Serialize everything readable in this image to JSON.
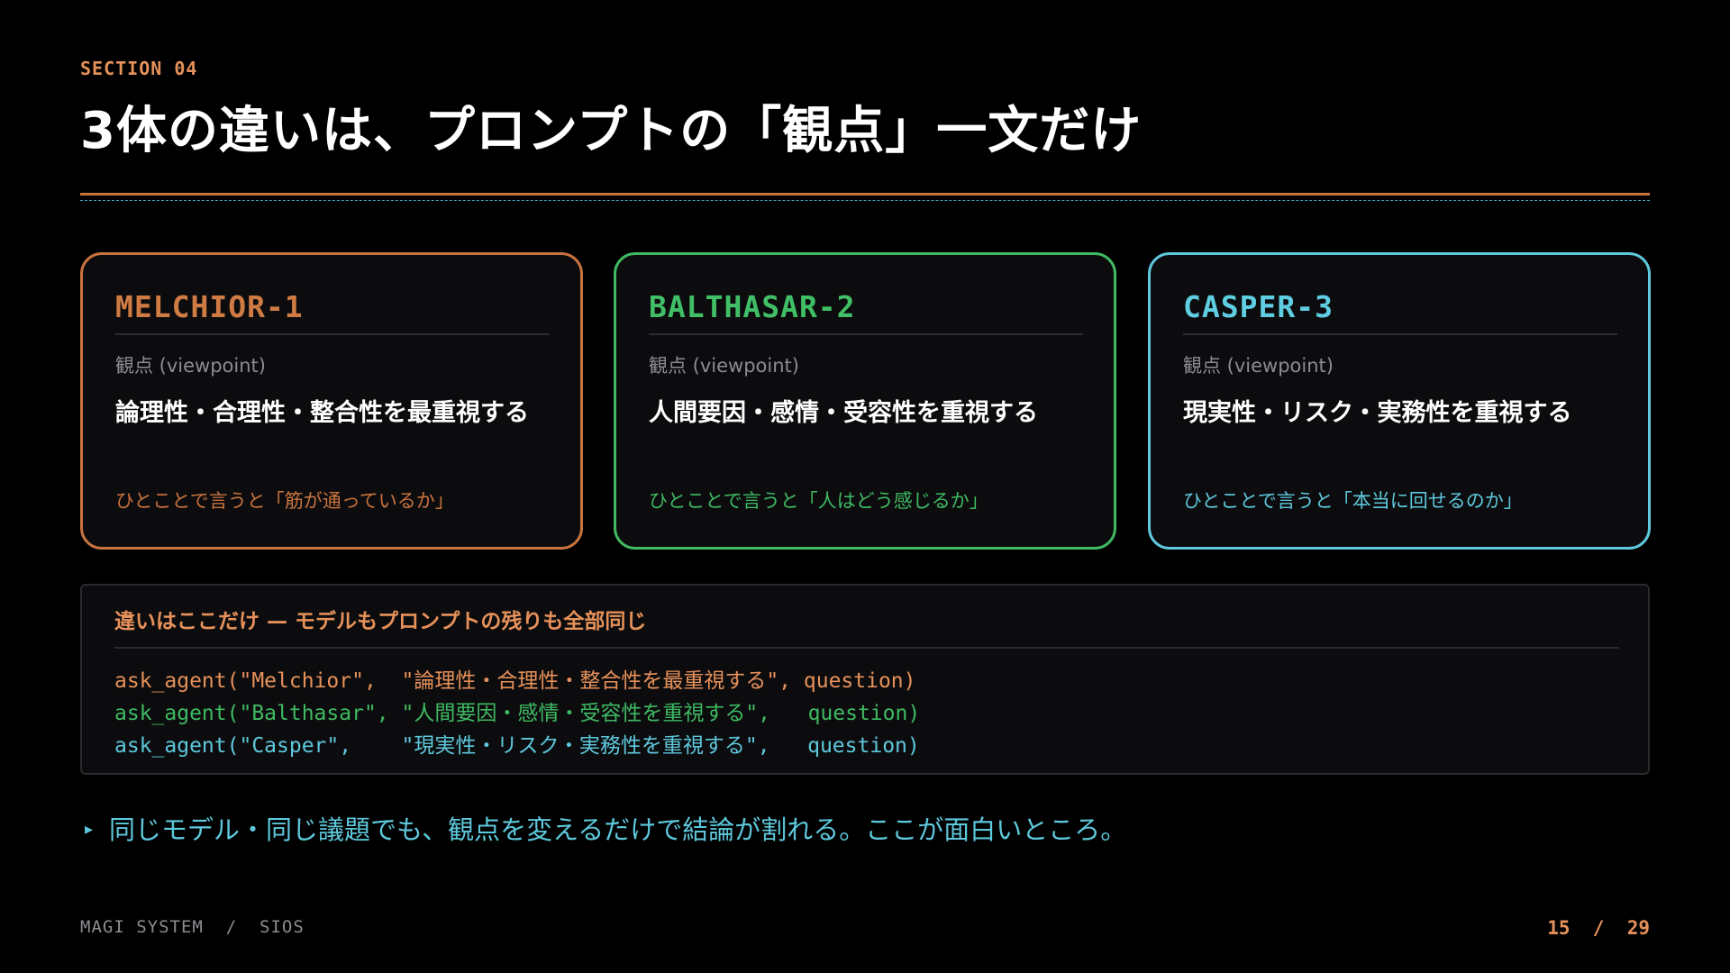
{
  "header": {
    "section_label": "SECTION 04",
    "title": "3体の違いは、プロンプトの「観点」一文だけ"
  },
  "cards": [
    {
      "name": "MELCHIOR-1",
      "viewpoint_label": "観点 (viewpoint)",
      "viewpoint": "論理性・合理性・整合性を最重視する",
      "summary": "ひとことで言うと「筋が通っているか」",
      "color": "#c9733e"
    },
    {
      "name": "BALTHASAR-2",
      "viewpoint_label": "観点 (viewpoint)",
      "viewpoint": "人間要因・感情・受容性を重視する",
      "summary": "ひとことで言うと「人はどう感じるか」",
      "color": "#3fba62"
    },
    {
      "name": "CASPER-3",
      "viewpoint_label": "観点 (viewpoint)",
      "viewpoint": "現実性・リスク・実務性を重視する",
      "summary": "ひとことで言うと「本当に回せるのか」",
      "color": "#5ec8dc"
    }
  ],
  "code_panel": {
    "heading": "違いはここだけ — モデルもプロンプトの残りも全部同じ",
    "lines": [
      "ask_agent(\"Melchior\",  \"論理性・合理性・整合性を最重視する\", question)",
      "ask_agent(\"Balthasar\", \"人間要因・感情・受容性を重視する\",   question)",
      "ask_agent(\"Casper\",    \"現実性・リスク・実務性を重視する\",   question)"
    ]
  },
  "callout": {
    "arrow": "▸",
    "text": "同じモデル・同じ議題でも、観点を変えるだけで結論が割れる。ここが面白いところ。"
  },
  "footer": {
    "left": "MAGI SYSTEM  /  SIOS",
    "page": "15  /  29"
  }
}
